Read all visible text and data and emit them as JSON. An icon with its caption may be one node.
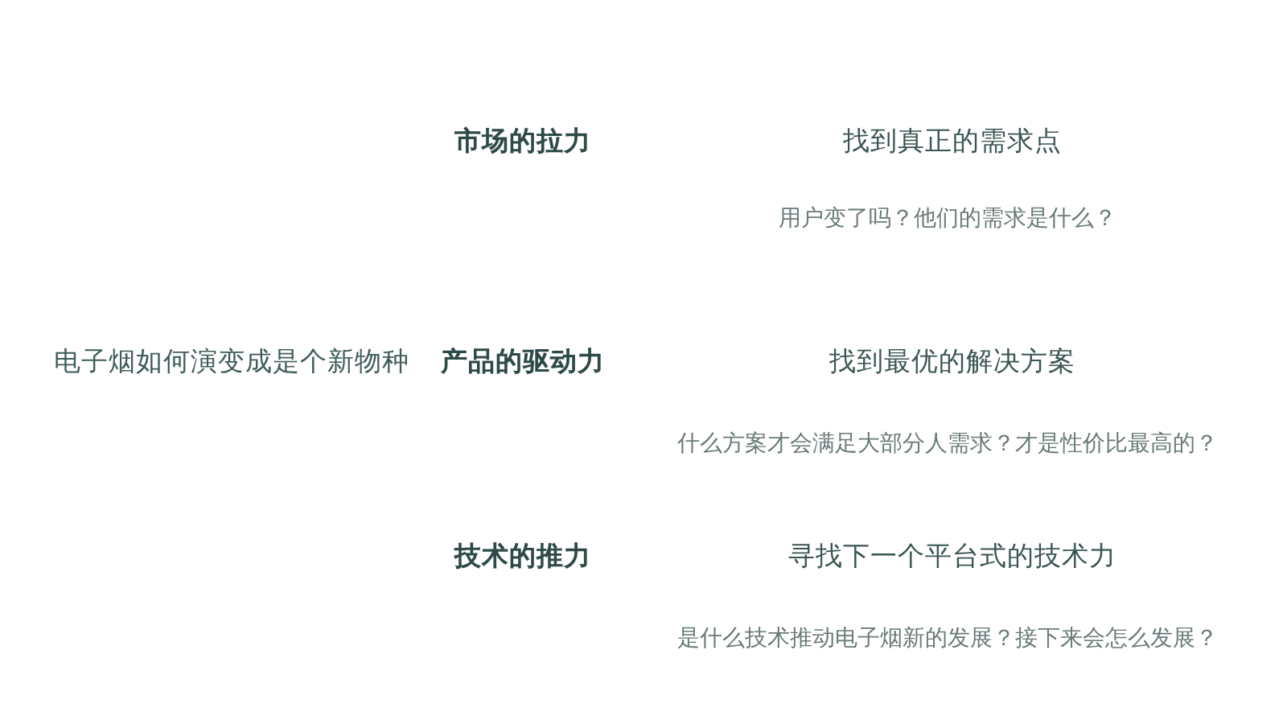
{
  "diagram": {
    "labels": [
      "市场的拉力",
      "找到真正的需求点",
      "用户变了吗？他们的需求是什么？",
      "电子烟如何演变成是个新物种",
      "产品的驱动力",
      "找到最优的解决方案",
      "什么方案才会满足大部分人需求？才是性价比最高的？",
      "技术的推力",
      "寻找下一个平台式的技术力",
      "是什么技术推动电子烟新的发展？接下来会怎么发展？"
    ]
  }
}
